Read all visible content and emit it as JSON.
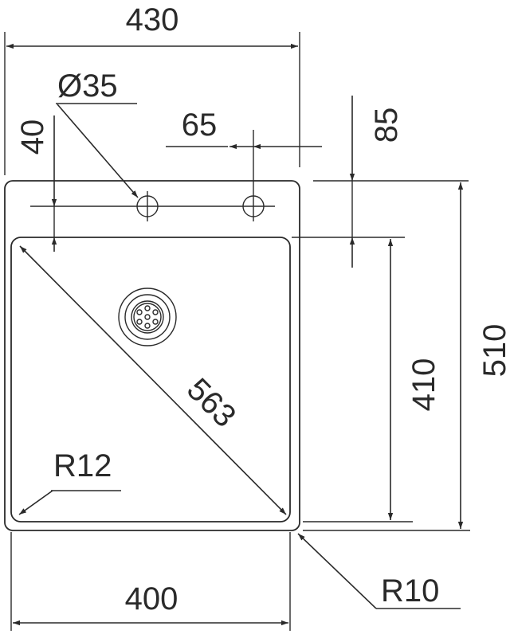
{
  "dimensions": {
    "top_width": "430",
    "hole_diameter": "Ø35",
    "hole_offset_left": "40",
    "hole_spacing": "65",
    "rim_offset_top": "85",
    "overall_height": "510",
    "bowl_height": "410",
    "diagonal": "563",
    "inner_radius": "R12",
    "bowl_width": "400",
    "outer_radius": "R10"
  },
  "colors": {
    "line": "#2a2a2a",
    "background": "#ffffff"
  }
}
